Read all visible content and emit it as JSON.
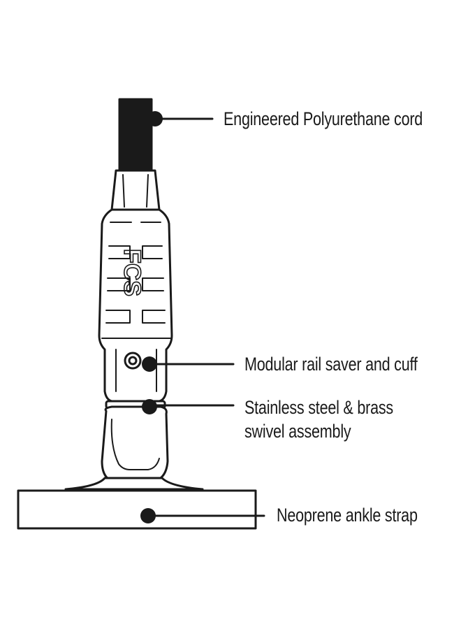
{
  "labels": {
    "cord": "Engineered Polyurethane cord",
    "rail_saver": "Modular rail saver and cuff",
    "swivel_line1": "Stainless steel & brass",
    "swivel_line2": "swivel assembly",
    "strap": "Neoprene ankle strap"
  },
  "logo": "FCS",
  "colors": {
    "ink": "#1a1a1a",
    "background": "#ffffff"
  }
}
